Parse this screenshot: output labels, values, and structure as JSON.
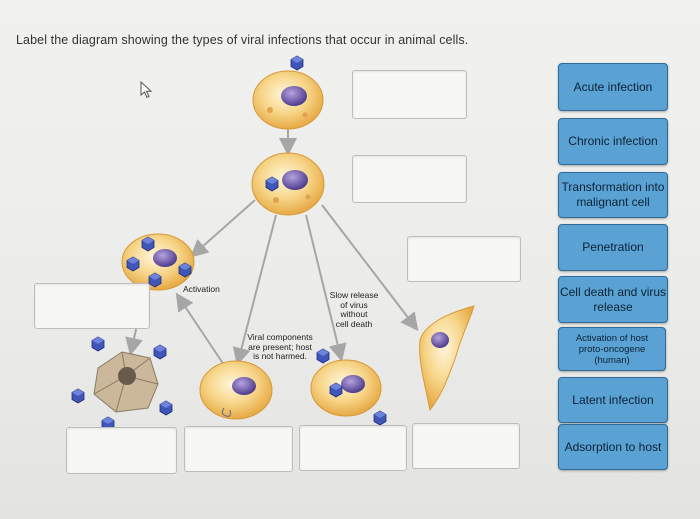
{
  "question": "Label the diagram showing the types of viral infections that occur in animal cells.",
  "diagram_labels": {
    "activation": "Activation",
    "slow_release": "Slow release\nof virus\nwithout\ncell death",
    "viral_components": "Viral components\nare present; host\nis not harmed."
  },
  "label_bank": [
    "Acute infection",
    "Chronic infection",
    "Transformation into malignant cell",
    "Penetration",
    "Cell death and virus release",
    "Activation of host proto-oncogene (human)",
    "Latent infection",
    "Adsorption to host"
  ],
  "colors": {
    "label_tile": "#5aa2d4",
    "cell_fill": "#f2c25e",
    "nucleus": "#6e5aa8",
    "virus": "#3f55b8",
    "arrow": "#a6a6a6"
  },
  "icons": {
    "cursor": "mouse-pointer-icon",
    "virus": "virus-particle-icon"
  }
}
